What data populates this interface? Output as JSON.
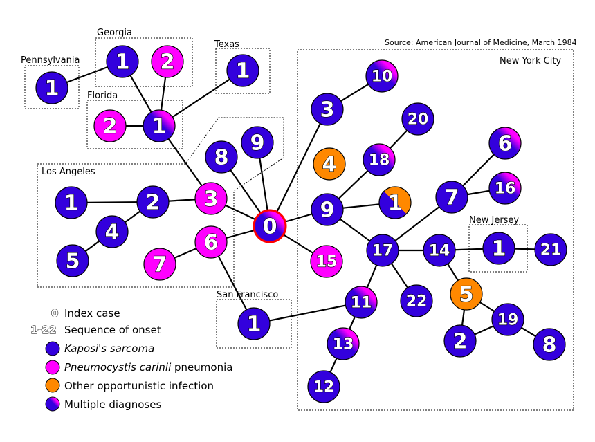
{
  "source": "Source:  American Journal of Medicine, March 1984",
  "colors": {
    "kaposi": "#3300dd",
    "pcp": "#ff00ff",
    "other": "#ff8800",
    "index_ring": "#ff0000"
  },
  "regions": [
    {
      "id": "pennsylvania",
      "label": "Pennsylvania"
    },
    {
      "id": "georgia",
      "label": "Georgia"
    },
    {
      "id": "texas",
      "label": "Texas"
    },
    {
      "id": "florida",
      "label": "Florida"
    },
    {
      "id": "los-angeles",
      "label": "Los Angeles"
    },
    {
      "id": "san-francisco",
      "label": "San Francisco"
    },
    {
      "id": "new-york-city",
      "label": "New York City"
    },
    {
      "id": "new-jersey",
      "label": "New Jersey"
    }
  ],
  "nodes": [
    {
      "id": "pa1",
      "label": "1",
      "type": "kaposi"
    },
    {
      "id": "ga1",
      "label": "1",
      "type": "kaposi"
    },
    {
      "id": "ga2",
      "label": "2",
      "type": "pcp"
    },
    {
      "id": "tx1",
      "label": "1",
      "type": "kaposi"
    },
    {
      "id": "fl2",
      "label": "2",
      "type": "pcp"
    },
    {
      "id": "fl1",
      "label": "1",
      "type": "multiple"
    },
    {
      "id": "la1",
      "label": "1",
      "type": "kaposi"
    },
    {
      "id": "la2",
      "label": "2",
      "type": "kaposi"
    },
    {
      "id": "la4",
      "label": "4",
      "type": "kaposi"
    },
    {
      "id": "la5",
      "label": "5",
      "type": "kaposi"
    },
    {
      "id": "la3",
      "label": "3",
      "type": "pcp"
    },
    {
      "id": "la6",
      "label": "6",
      "type": "pcp"
    },
    {
      "id": "la7",
      "label": "7",
      "type": "pcp"
    },
    {
      "id": "la8",
      "label": "8",
      "type": "kaposi"
    },
    {
      "id": "la9",
      "label": "9",
      "type": "kaposi"
    },
    {
      "id": "n0",
      "label": "0",
      "type": "multiple"
    },
    {
      "id": "sf1",
      "label": "1",
      "type": "kaposi"
    },
    {
      "id": "ny3",
      "label": "3",
      "type": "kaposi"
    },
    {
      "id": "ny10",
      "label": "10",
      "type": "multiple"
    },
    {
      "id": "ny4",
      "label": "4",
      "type": "other"
    },
    {
      "id": "ny20",
      "label": "20",
      "type": "kaposi"
    },
    {
      "id": "ny18",
      "label": "18",
      "type": "multiple"
    },
    {
      "id": "ny9",
      "label": "9",
      "type": "kaposi"
    },
    {
      "id": "ny1",
      "label": "1",
      "type": "multiple2"
    },
    {
      "id": "ny15",
      "label": "15",
      "type": "pcp"
    },
    {
      "id": "ny6",
      "label": "6",
      "type": "multiple"
    },
    {
      "id": "ny7",
      "label": "7",
      "type": "kaposi"
    },
    {
      "id": "ny16",
      "label": "16",
      "type": "multiple"
    },
    {
      "id": "ny17",
      "label": "17",
      "type": "kaposi"
    },
    {
      "id": "ny14",
      "label": "14",
      "type": "kaposi"
    },
    {
      "id": "nj1",
      "label": "1",
      "type": "kaposi"
    },
    {
      "id": "ny21",
      "label": "21",
      "type": "kaposi"
    },
    {
      "id": "ny22",
      "label": "22",
      "type": "kaposi"
    },
    {
      "id": "ny11",
      "label": "11",
      "type": "multiple"
    },
    {
      "id": "ny13",
      "label": "13",
      "type": "multiple"
    },
    {
      "id": "ny12",
      "label": "12",
      "type": "kaposi"
    },
    {
      "id": "ny5",
      "label": "5",
      "type": "other"
    },
    {
      "id": "ny19",
      "label": "19",
      "type": "kaposi"
    },
    {
      "id": "ny2",
      "label": "2",
      "type": "kaposi"
    },
    {
      "id": "ny8",
      "label": "8",
      "type": "kaposi"
    }
  ],
  "edges": [
    [
      "pa1",
      "ga1"
    ],
    [
      "ga1",
      "fl1"
    ],
    [
      "ga2",
      "fl1"
    ],
    [
      "tx1",
      "fl1"
    ],
    [
      "fl2",
      "fl1"
    ],
    [
      "fl1",
      "la3"
    ],
    [
      "la1",
      "la2"
    ],
    [
      "la2",
      "la4"
    ],
    [
      "la4",
      "la5"
    ],
    [
      "la2",
      "la3"
    ],
    [
      "la3",
      "n0"
    ],
    [
      "la8",
      "n0"
    ],
    [
      "la9",
      "n0"
    ],
    [
      "la6",
      "n0"
    ],
    [
      "la6",
      "la7"
    ],
    [
      "la6",
      "sf1"
    ],
    [
      "sf1",
      "ny11"
    ],
    [
      "n0",
      "ny3"
    ],
    [
      "ny3",
      "ny10"
    ],
    [
      "n0",
      "ny9"
    ],
    [
      "n0",
      "ny15"
    ],
    [
      "ny9",
      "ny18"
    ],
    [
      "ny18",
      "ny20"
    ],
    [
      "ny9",
      "ny1"
    ],
    [
      "ny9",
      "ny17"
    ],
    [
      "ny17",
      "ny7"
    ],
    [
      "ny7",
      "ny6"
    ],
    [
      "ny7",
      "ny16"
    ],
    [
      "ny17",
      "ny14"
    ],
    [
      "ny14",
      "nj1"
    ],
    [
      "nj1",
      "ny21"
    ],
    [
      "ny17",
      "ny22"
    ],
    [
      "ny17",
      "ny11"
    ],
    [
      "ny11",
      "ny13"
    ],
    [
      "ny13",
      "ny12"
    ],
    [
      "ny14",
      "ny5"
    ],
    [
      "ny5",
      "ny19"
    ],
    [
      "ny5",
      "ny2"
    ],
    [
      "ny2",
      "ny19"
    ],
    [
      "ny19",
      "ny8"
    ]
  ],
  "legend": {
    "index_symbol": "0",
    "index_label": "Index case",
    "sequence_symbol": "1-22",
    "sequence_label": "Sequence of onset",
    "items": [
      {
        "type": "kaposi",
        "label": "Kaposi's sarcoma",
        "italic": true
      },
      {
        "type": "pcp",
        "label_italic": "Pneumocystis carinii",
        "label_rest": " pneumonia"
      },
      {
        "type": "other",
        "label": "Other opportunistic infection"
      },
      {
        "type": "multiple",
        "label": "Multiple diagnoses"
      }
    ]
  }
}
